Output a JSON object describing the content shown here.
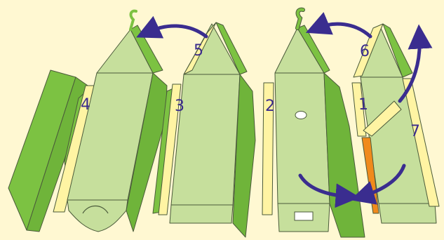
{
  "colors": {
    "background": "#fff8d2",
    "panel_light": "#c6df9c",
    "side_green": "#7cc242",
    "glue_tab": "#fff4a3",
    "strip_orange": "#f08a1c",
    "arrow_blue": "#3a2d8f",
    "label_blue": "#3a2c8c"
  },
  "step_labels": [
    "1",
    "2",
    "3",
    "4",
    "5",
    "6",
    "7"
  ]
}
